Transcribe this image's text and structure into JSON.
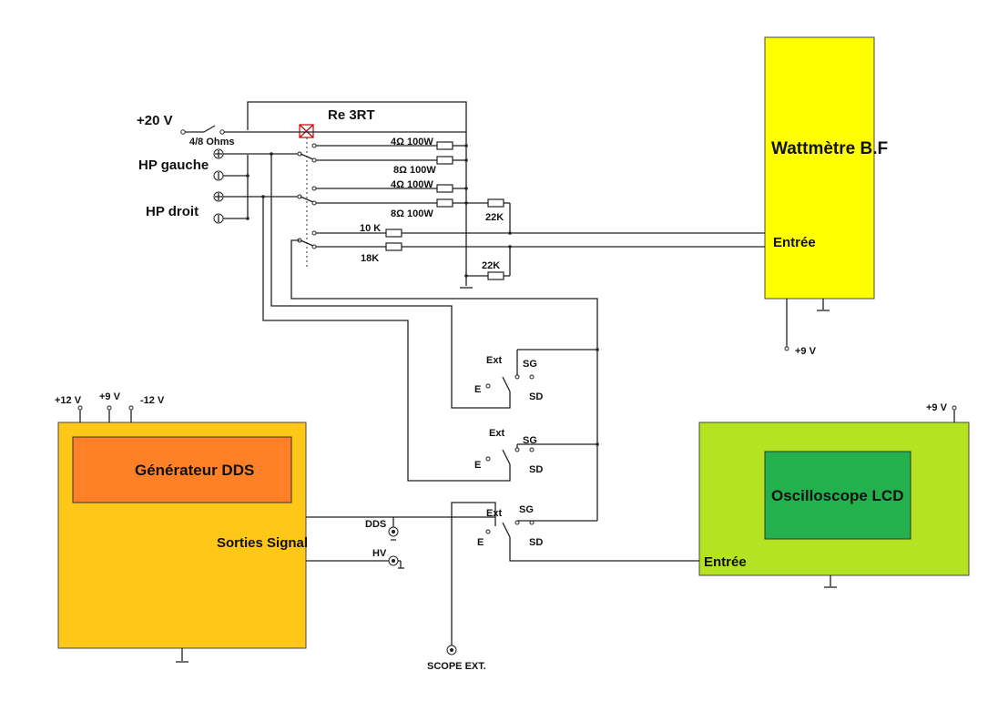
{
  "relay": {
    "label": "Re 3RT"
  },
  "power": {
    "plus20": "+20 V",
    "switch_label": "4/8 Ohms"
  },
  "inputs": {
    "hp_left": "HP gauche",
    "hp_right": "HP droit"
  },
  "resistors": {
    "r1": "4Ω 100W",
    "r2": "8Ω 100W",
    "r3": "4Ω 100W",
    "r4": "8Ω 100W",
    "r_22k_a": "22K",
    "r_10k": "10 K",
    "r_18k": "18K",
    "r_22k_b": "22K"
  },
  "wattmeter": {
    "title": "Wattmètre B.F",
    "input": "Entrée",
    "supply": "+9 V",
    "color": "#ffff00"
  },
  "generator": {
    "title": "Générateur DDS",
    "outputs": "Sorties Signal",
    "supply_12p": "+12 V",
    "supply_9": "+9 V",
    "supply_12n": "-12 V",
    "body_color": "#ffc718",
    "inner_color": "#ff8026"
  },
  "outputs": {
    "dds": "DDS",
    "hv": "HV",
    "scope_ext": "SCOPE EXT."
  },
  "switches": [
    {
      "ext": "Ext",
      "sg": "SG",
      "e": "E",
      "sd": "SD"
    },
    {
      "ext": "Ext",
      "sg": "SG",
      "e": "E",
      "sd": "SD"
    },
    {
      "ext": "Ext",
      "sg": "SG",
      "e": "E",
      "sd": "SD"
    }
  ],
  "oscilloscope": {
    "title": "Oscilloscope LCD",
    "input": "Entrée",
    "supply": "+9 V",
    "body_color": "#b3e321",
    "screen_color": "#22b14c"
  }
}
